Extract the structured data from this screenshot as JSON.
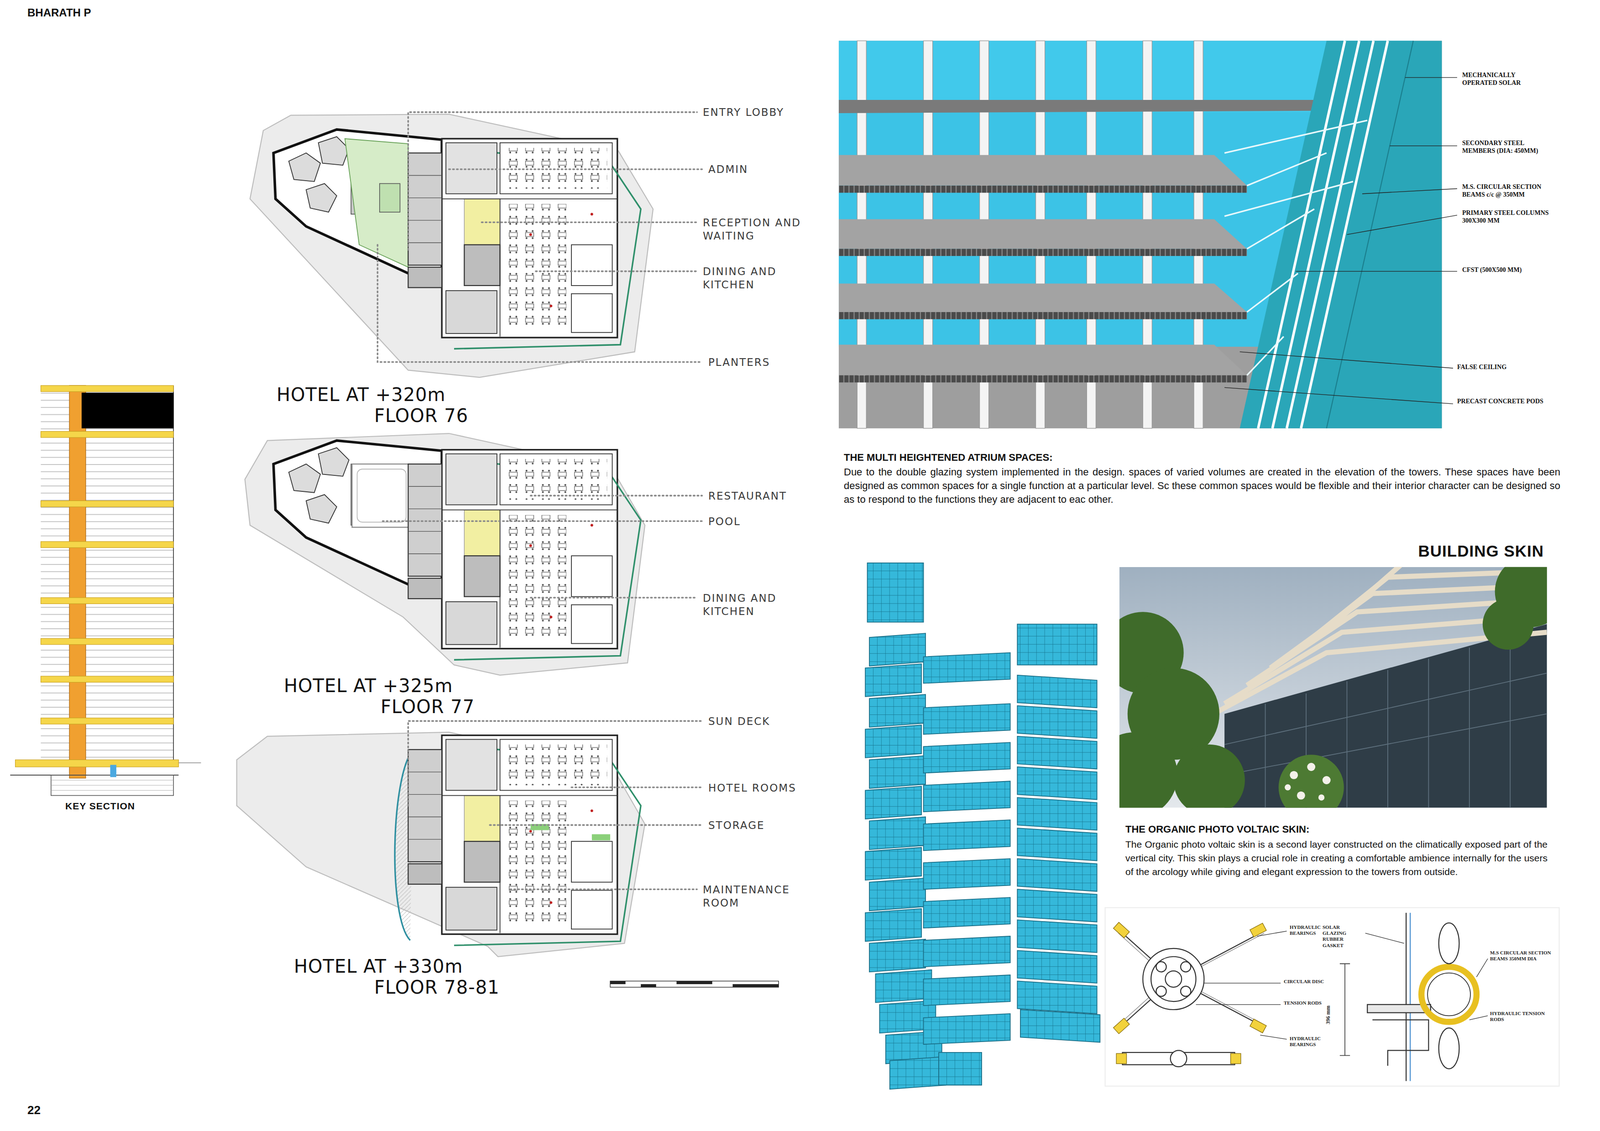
{
  "diagram": {
    "labels": [
      "BHARATH P",
      "22",
      "ENTRY LOBBY",
      "ADMIN",
      "RECEPTION AND WAITING",
      "DINING AND KITCHEN",
      "PLANTERS",
      "HOTEL AT +320m FLOOR 76",
      "RESTAURANT",
      "POOL",
      "DINING AND KITCHEN",
      "HOTEL AT +325m FLOOR 77",
      "SUN DECK",
      "HOTEL ROOMS",
      "STORAGE",
      "MAINTENANCE ROOM",
      "HOTEL AT +330m FLOOR 78-81",
      "KEY SECTION",
      "MECHANICALLY OPERATED SOLAR",
      "SECONDARY STEEL MEMBERS (DIA: 450MM)",
      "M.S. CIRCULAR SECTION BEAMS c/c @ 350MM",
      "PRIMARY STEEL COLUMNS 300X300 MM",
      "CFST (500X500 MM)",
      "FALSE CEILING",
      "PRECAST CONCRETE PODS",
      "THE MULTI HEIGHTENED ATRIUM SPACES:",
      "Due to the double glazing system implemented in the design. spaces of varied volumes are created in the elevation of the towers. These spaces have been designed as common spaces for a single function at a particular level. Sc these common spaces would be flexible and their interior character can be designed so as to respond to the functions they are adjacent to eac other.",
      "BUILDING SKIN",
      "THE ORGANIC PHOTO VOLTAIC SKIN:",
      "The Organic photo voltaic skin is a second layer constructed on the climatically exposed part of the vertical city. This skin plays a crucial role in creating a comfortable ambience internally for the users of the arcology while giving and elegant expression to the towers from outside.",
      "HYDRAULIC BEARINGS",
      "CIRCULAR DISC",
      "TENSION RODS",
      "HYDRAULIC BEARINGS",
      "SOLAR GLAZING RUBBER GASKET",
      "M.S CIRCULAR SECTION BEAMS 350MM DIA",
      "HYDRAULIC TENSION RODS",
      "396 mm"
    ]
  }
}
